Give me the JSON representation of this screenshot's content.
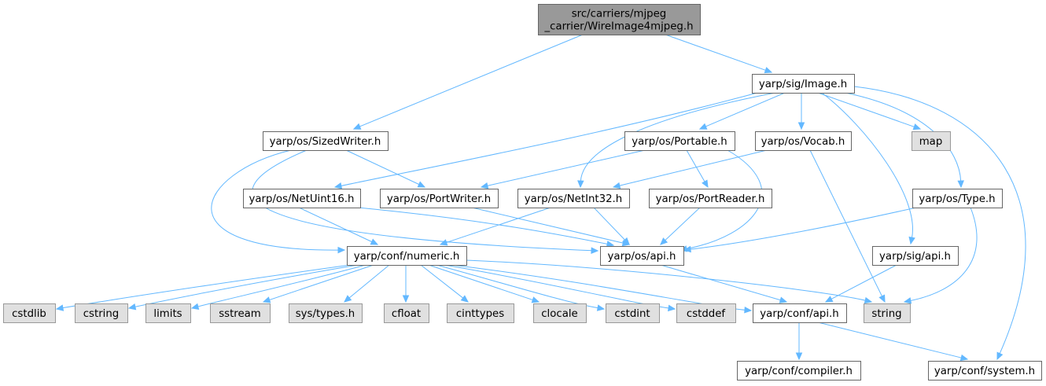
{
  "diagram": {
    "type": "include-dependency-graph",
    "colors": {
      "root_fill": "#999999",
      "root_border": "#666666",
      "documented_fill": "#ffffff",
      "documented_border": "#666666",
      "external_fill": "#e0e0e0",
      "external_border": "#999999",
      "edge": "#63b8ff"
    },
    "nodes": [
      {
        "id": "root",
        "lines": [
          "src/carriers/mjpeg",
          "_carrier/WireImage4mjpeg.h"
        ],
        "kind": "root"
      },
      {
        "id": "sig_image",
        "lines": [
          "yarp/sig/Image.h"
        ],
        "kind": "documented"
      },
      {
        "id": "os_sizedwriter",
        "lines": [
          "yarp/os/SizedWriter.h"
        ],
        "kind": "documented"
      },
      {
        "id": "os_portable",
        "lines": [
          "yarp/os/Portable.h"
        ],
        "kind": "documented"
      },
      {
        "id": "os_vocab",
        "lines": [
          "yarp/os/Vocab.h"
        ],
        "kind": "documented"
      },
      {
        "id": "map",
        "lines": [
          "map"
        ],
        "kind": "external"
      },
      {
        "id": "os_netuint16",
        "lines": [
          "yarp/os/NetUint16.h"
        ],
        "kind": "documented"
      },
      {
        "id": "os_portwriter",
        "lines": [
          "yarp/os/PortWriter.h"
        ],
        "kind": "documented"
      },
      {
        "id": "os_netint32",
        "lines": [
          "yarp/os/NetInt32.h"
        ],
        "kind": "documented"
      },
      {
        "id": "os_portreader",
        "lines": [
          "yarp/os/PortReader.h"
        ],
        "kind": "documented"
      },
      {
        "id": "os_type",
        "lines": [
          "yarp/os/Type.h"
        ],
        "kind": "documented"
      },
      {
        "id": "conf_numeric",
        "lines": [
          "yarp/conf/numeric.h"
        ],
        "kind": "documented"
      },
      {
        "id": "os_api",
        "lines": [
          "yarp/os/api.h"
        ],
        "kind": "documented"
      },
      {
        "id": "sig_api",
        "lines": [
          "yarp/sig/api.h"
        ],
        "kind": "documented"
      },
      {
        "id": "cstdlib",
        "lines": [
          "cstdlib"
        ],
        "kind": "external"
      },
      {
        "id": "cstring",
        "lines": [
          "cstring"
        ],
        "kind": "external"
      },
      {
        "id": "limits",
        "lines": [
          "limits"
        ],
        "kind": "external"
      },
      {
        "id": "sstream",
        "lines": [
          "sstream"
        ],
        "kind": "external"
      },
      {
        "id": "systypes",
        "lines": [
          "sys/types.h"
        ],
        "kind": "external"
      },
      {
        "id": "cfloat",
        "lines": [
          "cfloat"
        ],
        "kind": "external"
      },
      {
        "id": "cinttypes",
        "lines": [
          "cinttypes"
        ],
        "kind": "external"
      },
      {
        "id": "clocale",
        "lines": [
          "clocale"
        ],
        "kind": "external"
      },
      {
        "id": "cstdint",
        "lines": [
          "cstdint"
        ],
        "kind": "external"
      },
      {
        "id": "cstddef",
        "lines": [
          "cstddef"
        ],
        "kind": "external"
      },
      {
        "id": "conf_api",
        "lines": [
          "yarp/conf/api.h"
        ],
        "kind": "documented"
      },
      {
        "id": "string",
        "lines": [
          "string"
        ],
        "kind": "external"
      },
      {
        "id": "conf_compiler",
        "lines": [
          "yarp/conf/compiler.h"
        ],
        "kind": "documented"
      },
      {
        "id": "conf_system",
        "lines": [
          "yarp/conf/system.h"
        ],
        "kind": "documented"
      }
    ],
    "edges": [
      {
        "from": "root",
        "to": "os_sizedwriter"
      },
      {
        "from": "root",
        "to": "sig_image"
      },
      {
        "from": "sig_image",
        "to": "os_netuint16"
      },
      {
        "from": "sig_image",
        "to": "os_netint32"
      },
      {
        "from": "sig_image",
        "to": "os_portable"
      },
      {
        "from": "sig_image",
        "to": "os_vocab"
      },
      {
        "from": "sig_image",
        "to": "map"
      },
      {
        "from": "sig_image",
        "to": "sig_api"
      },
      {
        "from": "sig_image",
        "to": "os_type"
      },
      {
        "from": "sig_image",
        "to": "conf_system"
      },
      {
        "from": "os_sizedwriter",
        "to": "os_portwriter"
      },
      {
        "from": "os_sizedwriter",
        "to": "conf_numeric"
      },
      {
        "from": "os_sizedwriter",
        "to": "os_api"
      },
      {
        "from": "os_portable",
        "to": "os_portwriter"
      },
      {
        "from": "os_portable",
        "to": "os_portreader"
      },
      {
        "from": "os_portable",
        "to": "os_api"
      },
      {
        "from": "os_vocab",
        "to": "os_netint32"
      },
      {
        "from": "os_vocab",
        "to": "string"
      },
      {
        "from": "os_netuint16",
        "to": "conf_numeric"
      },
      {
        "from": "os_netuint16",
        "to": "os_api"
      },
      {
        "from": "os_portwriter",
        "to": "os_api"
      },
      {
        "from": "os_netint32",
        "to": "conf_numeric"
      },
      {
        "from": "os_netint32",
        "to": "os_api"
      },
      {
        "from": "os_portreader",
        "to": "os_api"
      },
      {
        "from": "os_type",
        "to": "os_api"
      },
      {
        "from": "os_type",
        "to": "string"
      },
      {
        "from": "os_api",
        "to": "conf_api"
      },
      {
        "from": "sig_api",
        "to": "conf_api"
      },
      {
        "from": "conf_numeric",
        "to": "cstdlib"
      },
      {
        "from": "conf_numeric",
        "to": "cstring"
      },
      {
        "from": "conf_numeric",
        "to": "limits"
      },
      {
        "from": "conf_numeric",
        "to": "sstream"
      },
      {
        "from": "conf_numeric",
        "to": "systypes"
      },
      {
        "from": "conf_numeric",
        "to": "cfloat"
      },
      {
        "from": "conf_numeric",
        "to": "cinttypes"
      },
      {
        "from": "conf_numeric",
        "to": "clocale"
      },
      {
        "from": "conf_numeric",
        "to": "cstdint"
      },
      {
        "from": "conf_numeric",
        "to": "cstddef"
      },
      {
        "from": "conf_numeric",
        "to": "conf_api"
      },
      {
        "from": "conf_numeric",
        "to": "string"
      },
      {
        "from": "conf_api",
        "to": "conf_compiler"
      },
      {
        "from": "conf_api",
        "to": "conf_system"
      }
    ]
  }
}
